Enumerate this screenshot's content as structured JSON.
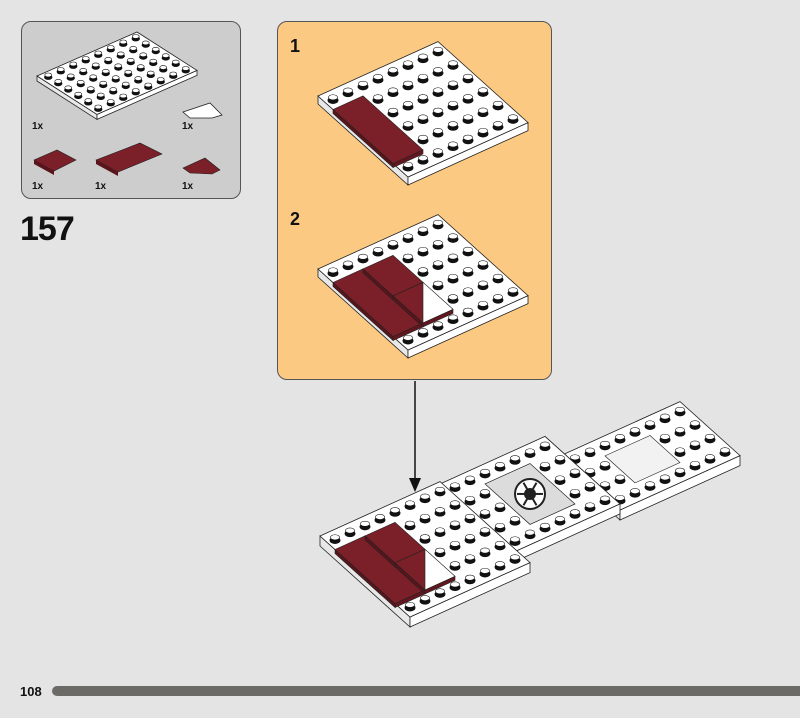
{
  "parts_list": {
    "items": [
      {
        "name": "white-plate-8x6",
        "qty": "1x"
      },
      {
        "name": "white-triangle-tile",
        "qty": "1x"
      },
      {
        "name": "dark-red-tile-2x2",
        "qty": "1x"
      },
      {
        "name": "dark-red-tile-2x4",
        "qty": "1x"
      },
      {
        "name": "dark-red-triangle-tile",
        "qty": "1x"
      }
    ]
  },
  "step": {
    "number": "157",
    "substeps": [
      "1",
      "2"
    ]
  },
  "footer": {
    "page_number": "108"
  },
  "colors": {
    "background": "#e4e4e4",
    "parts_box": "#cdcdcd",
    "step_box": "#fcc982",
    "dark_red": "#7b1f28",
    "progress": "#6b6a66"
  }
}
